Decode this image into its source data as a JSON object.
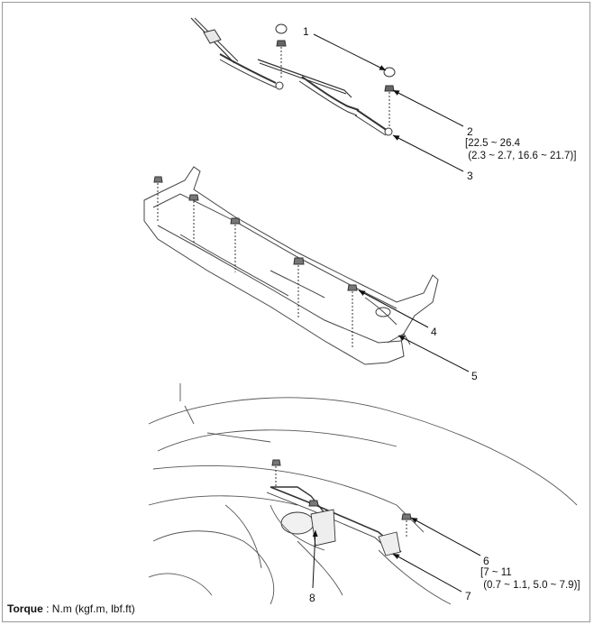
{
  "callouts": [
    {
      "id": "1",
      "label": "1"
    },
    {
      "id": "2",
      "label": "2"
    },
    {
      "id": "3",
      "label": "3"
    },
    {
      "id": "4",
      "label": "4"
    },
    {
      "id": "5",
      "label": "5"
    },
    {
      "id": "6",
      "label": "6"
    },
    {
      "id": "7",
      "label": "7"
    },
    {
      "id": "8",
      "label": "8"
    }
  ],
  "torque_specs": {
    "item2": {
      "line1": "[22.5 ~ 26.4",
      "line2": " (2.3 ~ 2.7, 16.6 ~ 21.7)]"
    },
    "item6": {
      "line1": "[7 ~ 11",
      "line2": " (0.7 ~ 1.1, 5.0 ~ 7.9)]"
    }
  },
  "footer": {
    "label": "Torque",
    "units": " : N.m (kgf.m, lbf.ft)"
  }
}
